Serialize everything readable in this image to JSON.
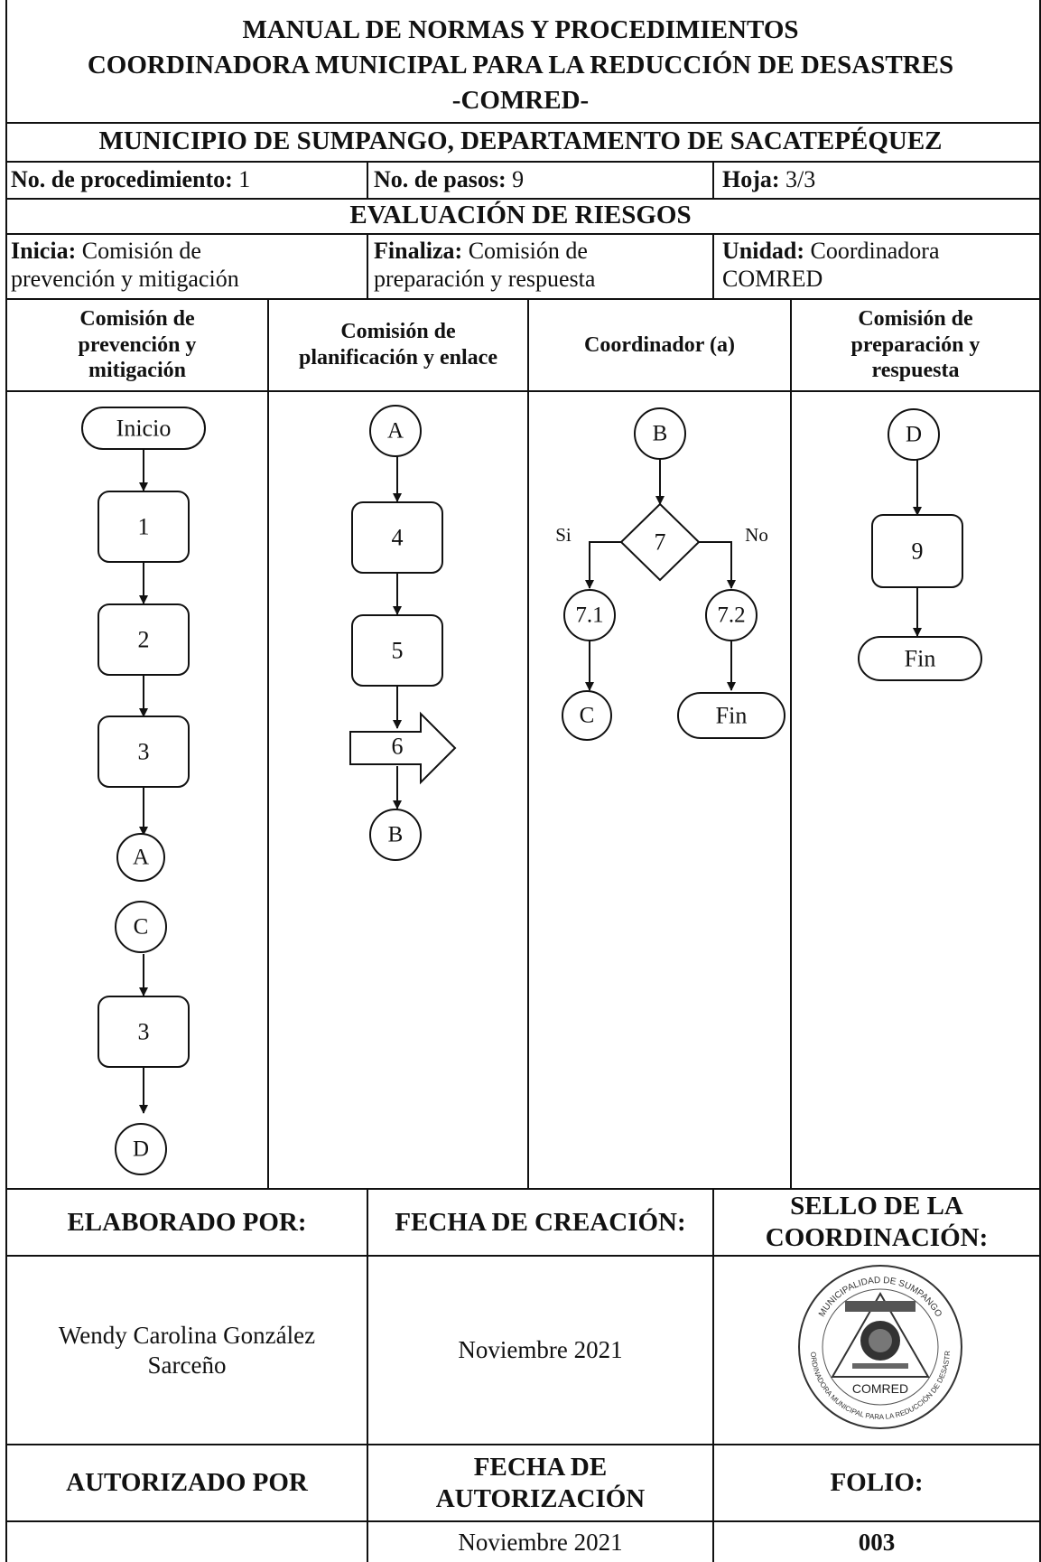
{
  "header": {
    "line1": "MANUAL DE NORMAS Y PROCEDIMIENTOS",
    "line2": "COORDINADORA MUNICIPAL PARA LA REDUCCIÓN DE DESASTRES",
    "line3": "-COMRED-",
    "line4": "MUNICIPIO DE SUMPANGO, DEPARTAMENTO DE SACATEPÉQUEZ"
  },
  "meta": {
    "procedure_label": "No. de procedimiento:",
    "procedure_value": "1",
    "steps_label": "No. de pasos:",
    "steps_value": "9",
    "sheet_label": "Hoja:",
    "sheet_value": "3/3"
  },
  "section_title": "EVALUACIÓN DE RIESGOS",
  "info": {
    "starts_label": "Inicia:",
    "starts_value_1": "Comisión de",
    "starts_value_2": "prevención y mitigación",
    "ends_label": "Finaliza:",
    "ends_value_1": "Comisión de",
    "ends_value_2": "preparación y respuesta",
    "unit_label": "Unidad:",
    "unit_value_1": "Coordinadora",
    "unit_value_2": "COMRED"
  },
  "lanes": [
    {
      "l1": "Comisión de",
      "l2": "prevención y",
      "l3": "mitigación"
    },
    {
      "l1": "Comisión de",
      "l2": "planificación y enlace",
      "l3": ""
    },
    {
      "l1": "Coordinador (a)",
      "l2": "",
      "l3": ""
    },
    {
      "l1": "Comisión de",
      "l2": "preparación y",
      "l3": "respuesta"
    }
  ],
  "flow": {
    "lane1": [
      "Inicio",
      "1",
      "2",
      "3",
      "A",
      "C",
      "3",
      "D"
    ],
    "lane2": [
      "A",
      "4",
      "5",
      "6",
      "B"
    ],
    "lane3": {
      "start": "B",
      "decision": "7",
      "yes_label": "Si",
      "no_label": "No",
      "yes_step": "7.1",
      "no_step": "7.2",
      "yes_next": "C",
      "no_end": "Fin"
    },
    "lane4": [
      "D",
      "9",
      "Fin"
    ]
  },
  "footer": {
    "made_by_label": "ELABORADO POR:",
    "creation_date_label": "FECHA DE CREACIÓN:",
    "seal_label_1": "SELLO DE LA",
    "seal_label_2": "COORDINACIÓN:",
    "made_by_1": "Wendy Carolina González",
    "made_by_2": "Sarceño",
    "creation_date": "Noviembre 2021",
    "authorized_label": "AUTORIZADO POR",
    "auth_date_label_1": "FECHA DE",
    "auth_date_label_2": "AUTORIZACIÓN",
    "folio_label": "FOLIO:",
    "authorized_by": "",
    "auth_date": "Noviembre 2021",
    "folio": "003"
  },
  "seal": {
    "top_text": "MUNICIPALIDAD DE SUMPANGO",
    "ring_text": "COORDINADORA MUNICIPAL PARA LA REDUCCIÓN DE DESASTRES",
    "center_text": "COMRED"
  }
}
